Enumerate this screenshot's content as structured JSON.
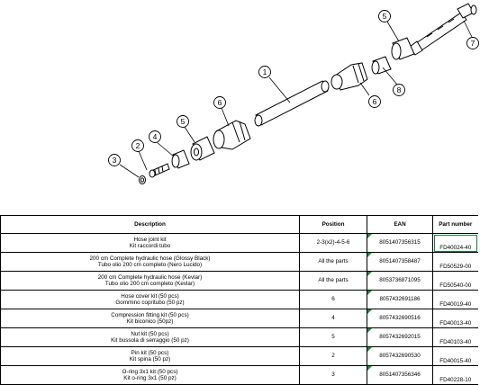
{
  "diagram": {
    "callouts": [
      "1",
      "2",
      "3",
      "4",
      "5",
      "5",
      "6",
      "6",
      "7",
      "8"
    ]
  },
  "table": {
    "headers": {
      "description": "Description",
      "position": "Position",
      "ean": "EAN",
      "part_number": "Part number"
    },
    "rows": [
      {
        "desc1": "Hose joint kit",
        "desc2": "Kit raccordi tubo",
        "position": "2-3(x2)-4-5-6",
        "ean": "8051407356315",
        "part": "FD40024-40"
      },
      {
        "desc1": "200 cm Complete hydraulic hose (Glossy Black)",
        "desc2": "Tubo olio 200 cm completo (Nero Lucido)",
        "position": "All the parts",
        "ean": "8051407358487",
        "part": "FD50529-00"
      },
      {
        "desc1": "200 cm Complete hydraulic hose (Kevlar)",
        "desc2": "Tubo olio 200 cm completo (Kevlar)",
        "position": "All the parts",
        "ean": "8053736871095",
        "part": "FD50540-00"
      },
      {
        "desc1": "Hose cover kit (50 pcs)",
        "desc2": "Gommino copritubo (50 pz)",
        "position": "6",
        "ean": "8057432691186",
        "part": "FD40019-40"
      },
      {
        "desc1": "Compression fitting kit (50 pcs)",
        "desc2": "Kit biconico (50pz)",
        "position": "4",
        "ean": "8057432690516",
        "part": "FD40013-40"
      },
      {
        "desc1": "Nut kit (50 pcs)",
        "desc2": "Kit bussola di serraggio (50 pz)",
        "position": "5",
        "ean": "8057432692015",
        "part": "FD40103-40"
      },
      {
        "desc1": "Pin kit (50 pcs)",
        "desc2": "Kit spina (50 pz)",
        "position": "2",
        "ean": "8057432690530",
        "part": "FD40015-40"
      },
      {
        "desc1": "O-ring 3x1 kit (50 pcs)",
        "desc2": "Kit o-ring 3x1 (50 pz)",
        "position": "3",
        "ean": "8051407356346",
        "part": "FD40228-10"
      }
    ]
  }
}
